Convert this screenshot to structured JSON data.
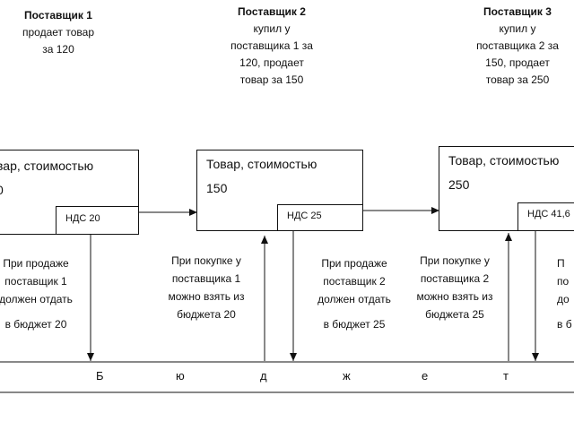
{
  "suppliers": [
    {
      "title": "Поставщик 1",
      "desc": [
        "продает товар",
        "за 120"
      ]
    },
    {
      "title": "Поставщик 2",
      "desc": [
        "купил у",
        "поставщика 1 за",
        "120, продает",
        "товар за 150"
      ]
    },
    {
      "title": "Поставщик 3",
      "desc": [
        "купил у",
        "поставщика 2 за",
        "150, продает",
        "товар за 250"
      ]
    }
  ],
  "boxes": [
    {
      "line1": "вар, стоимостью",
      "line2": "0",
      "vat": "НДС 20"
    },
    {
      "line1": "Товар, стоимостью",
      "line2": "150",
      "vat": "НДС 25"
    },
    {
      "line1": "Товар, стоимостью",
      "line2": "250",
      "vat": "НДС 41,6"
    }
  ],
  "notes": {
    "sell1": [
      "При продаже",
      "поставщик 1",
      "должен отдать",
      "",
      "в бюджет 20"
    ],
    "buy1": [
      "При покупке у",
      "поставщика 1",
      "можно взять из",
      "бюджета 20"
    ],
    "sell2": [
      "При продаже",
      "поставщик 2",
      "должен отдать",
      "",
      "в бюджет 25"
    ],
    "buy2": [
      "При покупке у",
      "поставщика 2",
      "можно взять из",
      "бюджета 25"
    ],
    "cut3": [
      "П",
      "по",
      "до",
      "",
      "в б"
    ]
  },
  "budget_letters": [
    "Б",
    "ю",
    "д",
    "ж",
    "е",
    "т"
  ]
}
